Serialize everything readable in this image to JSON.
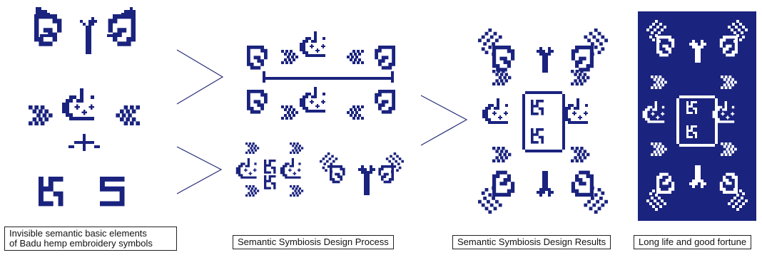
{
  "colors": {
    "navy": "#1a237e",
    "white": "#ffffff",
    "arrow": "#2a2f7a"
  },
  "captions": {
    "basic_elements_line1": "Invisible semantic basic elements",
    "basic_elements_line2": "of Badu hemp embroidery symbols",
    "design_process": "Semantic Symbiosis Design Process",
    "design_results": "Semantic Symbiosis Design Results",
    "long_life": "Long life and good fortune"
  }
}
